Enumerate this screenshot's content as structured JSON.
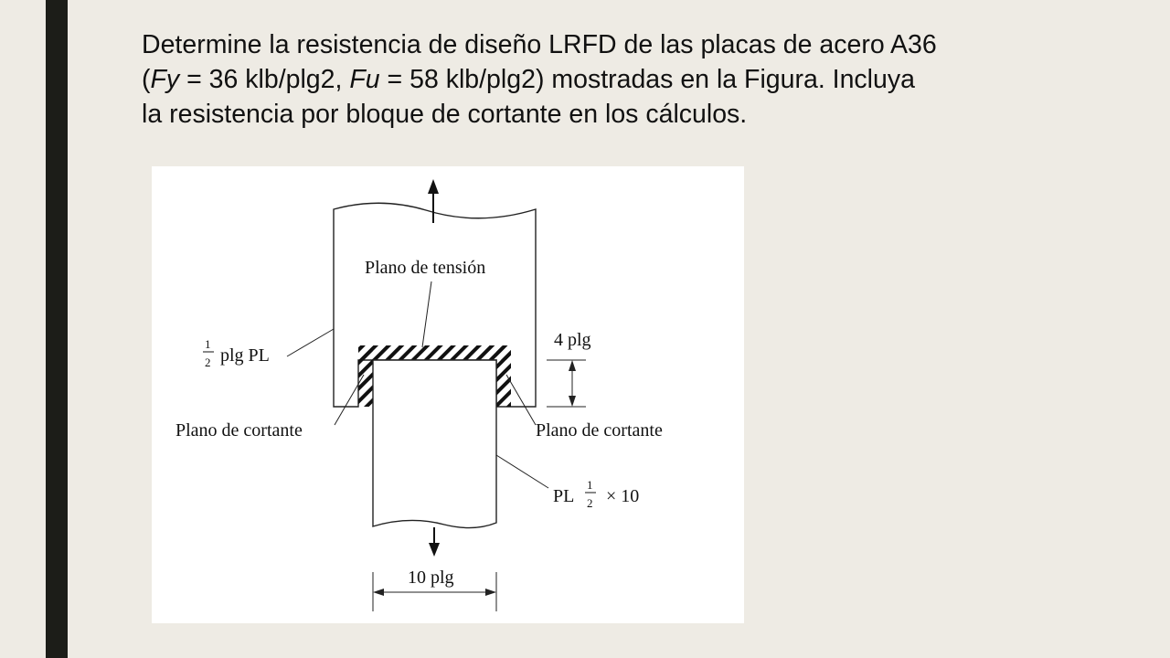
{
  "text": {
    "line1": "Determine la resistencia de diseño LRFD de las placas de acero A36",
    "line2_open": "(",
    "fy_symbol": "Fy",
    "fy_value": " = 36 klb/plg2, ",
    "fu_symbol": "Fu",
    "line2_rest": " = 58 klb/plg2) mostradas en la Figura. Incluya",
    "line3": "la resistencia por bloque de cortante en los cálculos."
  },
  "figure": {
    "labels": {
      "tension_plane": "Plano de tensión",
      "plate_half_num": "1",
      "plate_half_den": "2",
      "plate_label": "plg PL",
      "dim_4": "4 plg",
      "shear_left": "Plano de cortante",
      "shear_right": "Plano de cortante",
      "pl_prefix": "PL",
      "pl_num": "1",
      "pl_den": "2",
      "pl_suffix": "× 10",
      "dim_10": "10 plg"
    }
  }
}
